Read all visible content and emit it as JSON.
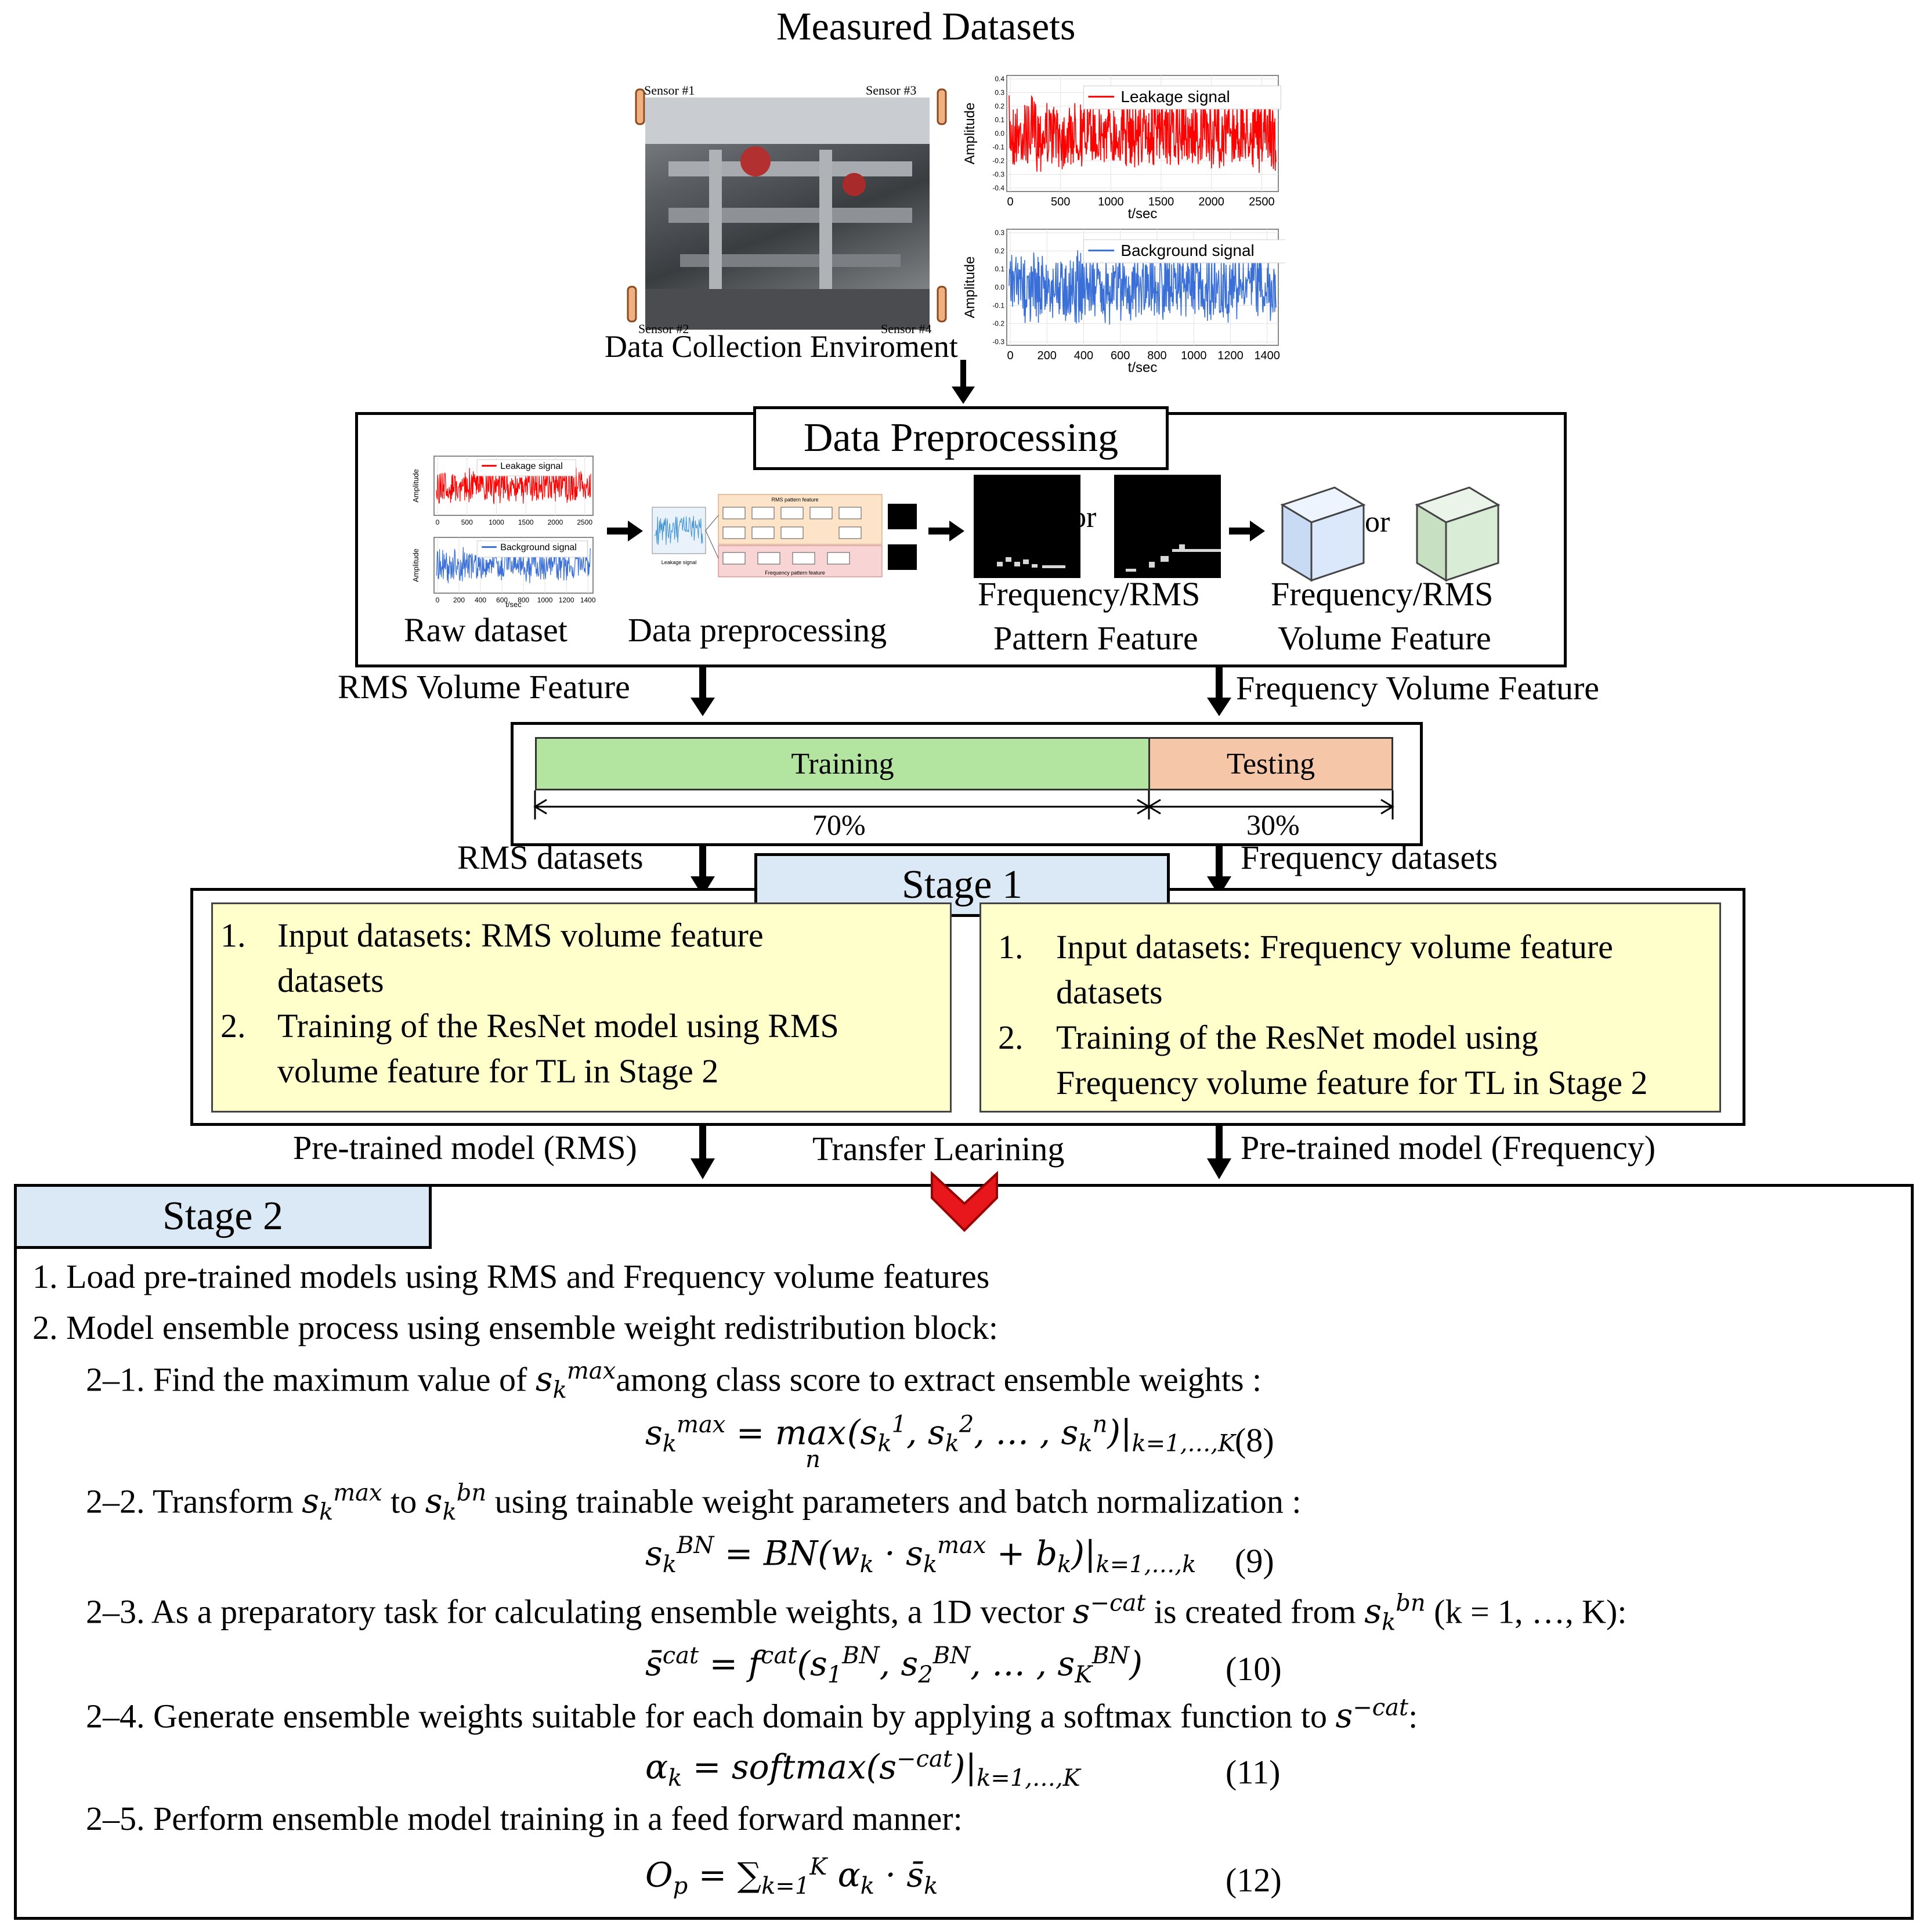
{
  "measured": {
    "title": "Measured Datasets",
    "env_caption": "Data Collection Enviroment",
    "sensors": [
      "Sensor #1",
      "Sensor #3",
      "Sensor #2",
      "Sensor #4"
    ],
    "leak_plot": {
      "legend": "Leakage signal",
      "ylabel": "Amplitude",
      "xlabel": "t/sec",
      "xticks": [
        "0",
        "500",
        "1000",
        "1500",
        "2000",
        "2500"
      ],
      "yticks": [
        "0.4",
        "0.3",
        "0.2",
        "0.1",
        "0.0",
        "-0.1",
        "-0.2",
        "-0.3",
        "-0.4"
      ],
      "color": "#ff0000"
    },
    "bg_plot": {
      "legend": "Background signal",
      "ylabel": "Amplitude",
      "xlabel": "t/sec",
      "xticks": [
        "0",
        "200",
        "400",
        "600",
        "800",
        "1000",
        "1200",
        "1400"
      ],
      "yticks": [
        "0.3",
        "0.2",
        "0.1",
        "0.0",
        "-0.1",
        "-0.2",
        "-0.3"
      ],
      "color": "#3a6fd8"
    }
  },
  "preprocessing": {
    "title": "Data Preprocessing",
    "raw_caption": "Raw dataset",
    "proc_caption": "Data preprocessing",
    "pattern_caption_1": "Frequency/RMS",
    "pattern_caption_2": "Pattern Feature",
    "volume_caption_1": "Frequency/RMS",
    "volume_caption_2": "Volume Feature",
    "or_1": "or",
    "or_2": "or",
    "mini_leak_legend": "Leakage signal",
    "mini_bg_legend": "Background signal",
    "mini_xlabel": "t/sec",
    "mini_ylabel": "Amplitude",
    "mini_leak_xticks": [
      "0",
      "500",
      "1000",
      "1500",
      "2000",
      "2500"
    ],
    "mini_bg_xticks": [
      "0",
      "200",
      "400",
      "600",
      "800",
      "1000",
      "1200",
      "1400"
    ],
    "flow_labels": [
      "RMS pattern feature",
      "Leakage signal",
      "Frequency pattern feature"
    ]
  },
  "split": {
    "left_label": "RMS Volume Feature",
    "right_label": "Frequency Volume Feature",
    "training": "Training",
    "testing": "Testing",
    "train_pct": "70%",
    "test_pct": "30%",
    "train_color": "#b3e5a1",
    "test_color": "#f5c6a8"
  },
  "stage1": {
    "title": "Stage 1",
    "left_in": "RMS datasets",
    "right_in": "Frequency datasets",
    "left_items": [
      {
        "num": "1.",
        "lines": [
          "Input datasets: RMS volume feature",
          "datasets"
        ]
      },
      {
        "num": "2.",
        "lines": [
          "Training of the ResNet model using RMS",
          "volume feature for TL in Stage 2"
        ]
      }
    ],
    "right_items": [
      {
        "num": "1.",
        "lines": [
          "Input datasets: Frequency volume feature",
          "datasets"
        ]
      },
      {
        "num": "2.",
        "lines": [
          "Training of the ResNet model using",
          "Frequency volume feature for TL in Stage 2"
        ]
      }
    ],
    "left_out": "Pre-trained model (RMS)",
    "right_out": "Pre-trained model (Frequency)",
    "transfer": "Transfer Learining"
  },
  "stage2": {
    "title": "Stage 2",
    "item1": "1. Load pre-trained models using RMS and Frequency volume features",
    "item2": "2. Model ensemble process using ensemble weight redistribution block:",
    "s21_pre": "2–1. Find the maximum value of ",
    "s21_post": "among class score to extract ensemble weights :",
    "eq8_num": "(8)",
    "s22_pre": "2–2. Transform ",
    "s22_mid": " to ",
    "s22_post": " using trainable weight parameters and batch normalization :",
    "eq9_num": "(9)",
    "s23_pre": "2–3. As a preparatory task for calculating ensemble weights, a 1D vector ",
    "s23_mid": " is created from ",
    "s23_post": " (k = 1, …, K):",
    "eq10_num": "(10)",
    "s24_pre": "2–4. Generate ensemble weights suitable for each domain by applying a softmax function to ",
    "s24_post": ":",
    "eq11_num": "(11)",
    "s25": "2–5. Perform ensemble model training in a feed forward manner:",
    "eq12_num": "(12)"
  },
  "colors": {
    "stage_title_bg": "#dbe8f5",
    "list_bg": "#ffffcc",
    "chevron": "#e8171b",
    "cube_blue": "#dbe8fb",
    "cube_green": "#d9ecd6"
  }
}
